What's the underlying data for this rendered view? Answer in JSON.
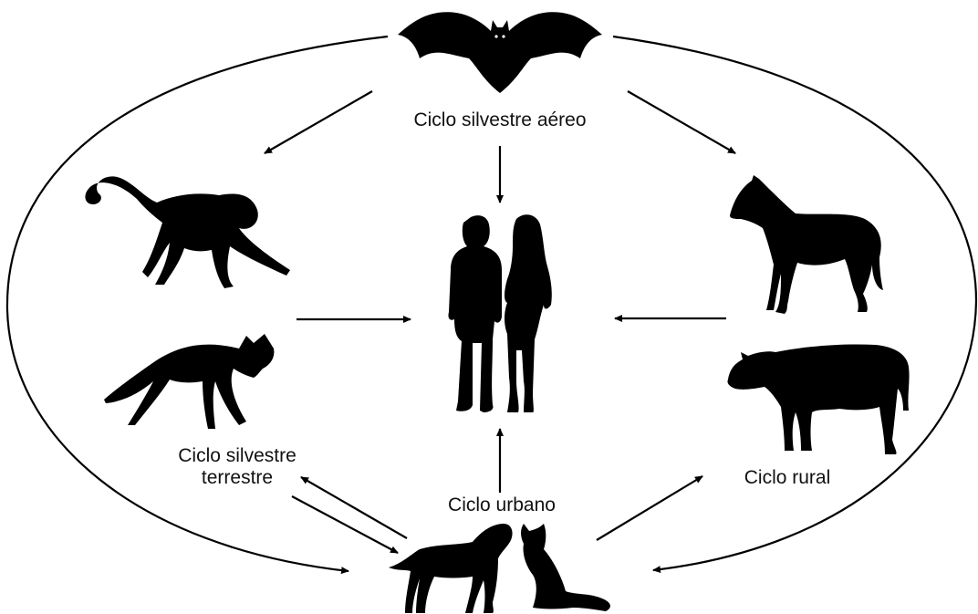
{
  "labels": {
    "aerial_cycle": "Ciclo silvestre aéreo",
    "terrestrial_cycle_line1": "Ciclo silvestre",
    "terrestrial_cycle_line2": "terrestre",
    "urban_cycle": "Ciclo urbano",
    "rural_cycle": "Ciclo rural"
  },
  "nodes": [
    {
      "id": "bat",
      "icon": "bat-icon"
    },
    {
      "id": "monkey",
      "icon": "monkey-icon"
    },
    {
      "id": "fox",
      "icon": "fox-icon"
    },
    {
      "id": "humans",
      "icon": "humans-icon"
    },
    {
      "id": "horse",
      "icon": "horse-icon"
    },
    {
      "id": "cow",
      "icon": "cow-icon"
    },
    {
      "id": "dog",
      "icon": "dog-icon"
    },
    {
      "id": "cat",
      "icon": "cat-icon"
    }
  ],
  "colors": {
    "ink": "#000000",
    "background": "#ffffff"
  }
}
